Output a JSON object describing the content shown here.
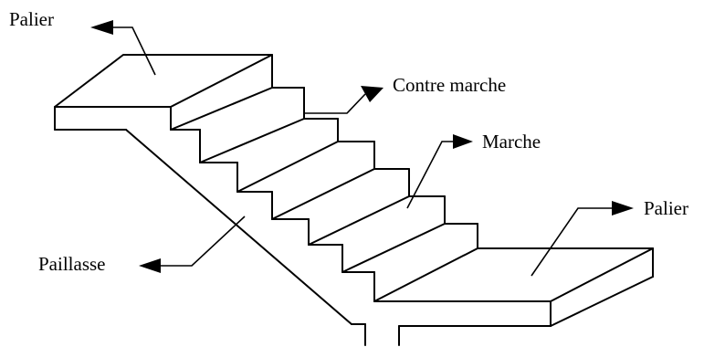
{
  "labels": {
    "palier_top": "Palier",
    "contre_marche": "Contre marche",
    "marche": "Marche",
    "palier_right": "Palier",
    "paillasse": "Paillasse"
  },
  "colors": {
    "ink": "#000000",
    "background": "#ffffff"
  }
}
